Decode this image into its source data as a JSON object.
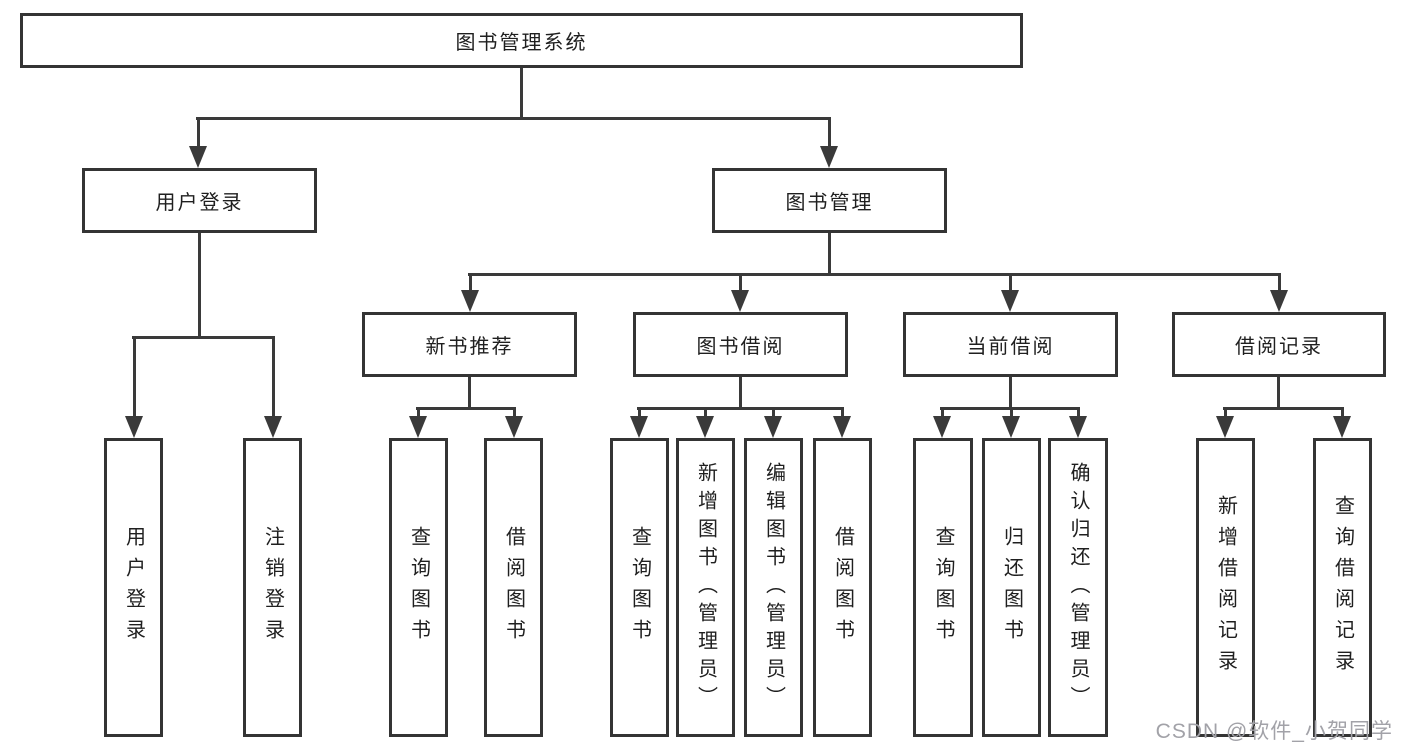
{
  "nodes": {
    "root": {
      "label": "图书管理系统"
    },
    "user_login": {
      "label": "用户登录"
    },
    "book_management": {
      "label": "图书管理"
    },
    "new_book_recommend": {
      "label": "新书推荐"
    },
    "book_borrowing": {
      "label": "图书借阅"
    },
    "current_borrowing": {
      "label": "当前借阅"
    },
    "borrowing_records": {
      "label": "借阅记录"
    },
    "leaf_user_login": {
      "label": "用户登录"
    },
    "leaf_logout": {
      "label": "注销登录"
    },
    "leaf_query_books_recommend": {
      "label": "查询图书"
    },
    "leaf_borrow_books_recommend": {
      "label": "借阅图书"
    },
    "leaf_query_books_borrowing": {
      "label": "查询图书"
    },
    "leaf_add_books_admin": {
      "label": "新增图书（管理员）"
    },
    "leaf_edit_books_admin": {
      "label": "编辑图书（管理员）"
    },
    "leaf_borrow_books_borrowing": {
      "label": "借阅图书"
    },
    "leaf_query_books_current": {
      "label": "查询图书"
    },
    "leaf_return_books": {
      "label": "归还图书"
    },
    "leaf_confirm_return_admin": {
      "label": "确认归还（管理员）"
    },
    "leaf_add_borrow_record": {
      "label": "新增借阅记录"
    },
    "leaf_query_borrow_record": {
      "label": "查询借阅记录"
    }
  },
  "watermark": {
    "text": "CSDN @软件_小贺同学"
  },
  "colors": {
    "line": "#3a3a3a",
    "border": "#343434",
    "text": "#1f1f1f",
    "watermark": "#a2a2a8",
    "background": "#ffffff"
  }
}
